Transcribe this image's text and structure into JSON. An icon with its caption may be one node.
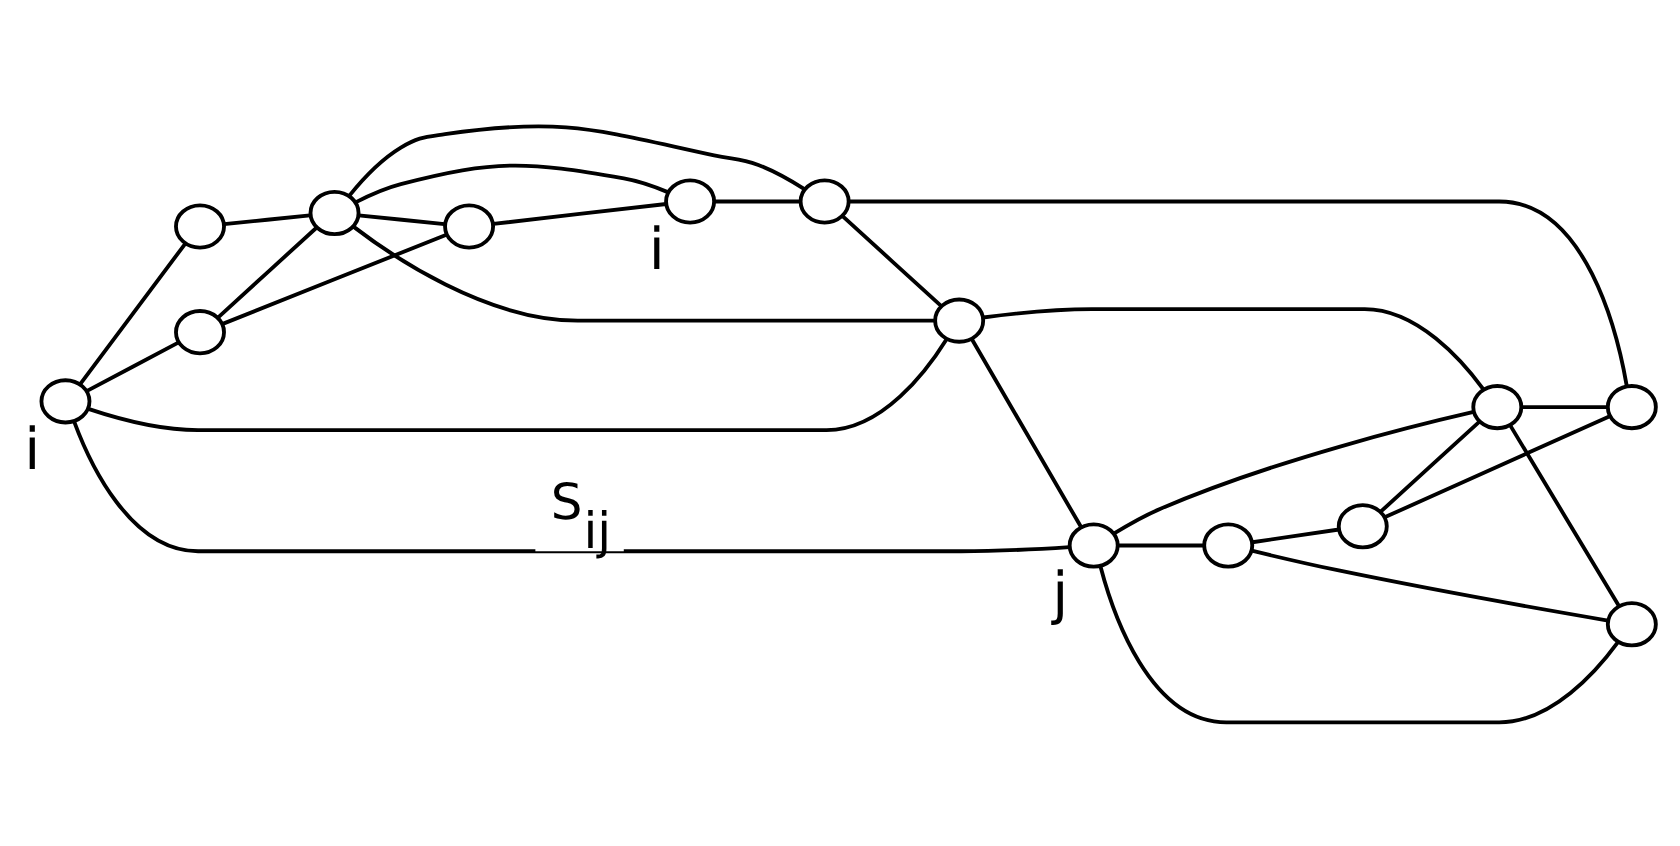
{
  "diagram": {
    "nodes": [
      {
        "text": [],
        "shape": "circle"
      },
      {
        "text": [],
        "shape": "circle"
      },
      {
        "text": [],
        "shape": "circle"
      },
      {
        "text": [],
        "shape": "circle",
        "beside": [
          "i"
        ]
      },
      {
        "text": [],
        "shape": "circle",
        "beside": [
          "i"
        ]
      },
      {
        "text": [],
        "shape": "circle"
      },
      {
        "text": [],
        "shape": "circle"
      },
      {
        "text": [],
        "shape": "circle"
      },
      {
        "text": [],
        "shape": "circle"
      },
      {
        "text": [],
        "shape": "circle",
        "beside": [
          "j"
        ]
      },
      {
        "text": [],
        "shape": "circle"
      },
      {
        "text": [],
        "shape": "circle"
      },
      {
        "text": [],
        "shape": "circle"
      },
      {
        "text": [],
        "shape": "circle"
      }
    ],
    "edges": [
      {
        "from": 4,
        "to": 1,
        "arrow": "none"
      },
      {
        "from": 4,
        "to": 5,
        "arrow": "none"
      },
      {
        "from": 4,
        "to": 7,
        "arrow": "none"
      },
      {
        "from": 4,
        "to": 9,
        "arrow": "none",
        "label": "S$_{ij}$"
      },
      {
        "from": 1,
        "to": 2,
        "arrow": "none"
      },
      {
        "from": 1,
        "to": 0,
        "arrow": "none"
      },
      {
        "from": 5,
        "to": 2,
        "arrow": "none"
      },
      {
        "from": 2,
        "to": 7,
        "arrow": "none"
      },
      {
        "from": 2,
        "to": 0,
        "arrow": "none"
      },
      {
        "from": 2,
        "to": 3,
        "arrow": "none"
      },
      {
        "from": 2,
        "to": 6,
        "arrow": "none"
      },
      {
        "from": 0,
        "to": 3,
        "arrow": "none"
      },
      {
        "from": 3,
        "to": 6,
        "arrow": "none"
      },
      {
        "from": 6,
        "to": 7,
        "arrow": "none"
      },
      {
        "from": 6,
        "to": 12,
        "arrow": "none"
      },
      {
        "from": 7,
        "to": 9,
        "arrow": "none"
      },
      {
        "from": 7,
        "to": 8,
        "arrow": "none"
      },
      {
        "from": 9,
        "to": 10,
        "arrow": "none"
      },
      {
        "from": 9,
        "to": 8,
        "arrow": "none"
      },
      {
        "from": 9,
        "to": 11,
        "arrow": "none"
      },
      {
        "from": 10,
        "to": 11,
        "arrow": "none"
      },
      {
        "from": 10,
        "to": 13,
        "arrow": "none"
      },
      {
        "from": 13,
        "to": 8,
        "arrow": "none"
      },
      {
        "from": 13,
        "to": 12,
        "arrow": "none"
      },
      {
        "from": 8,
        "to": 11,
        "arrow": "none"
      },
      {
        "from": 8,
        "to": 12,
        "arrow": "none"
      }
    ]
  }
}
